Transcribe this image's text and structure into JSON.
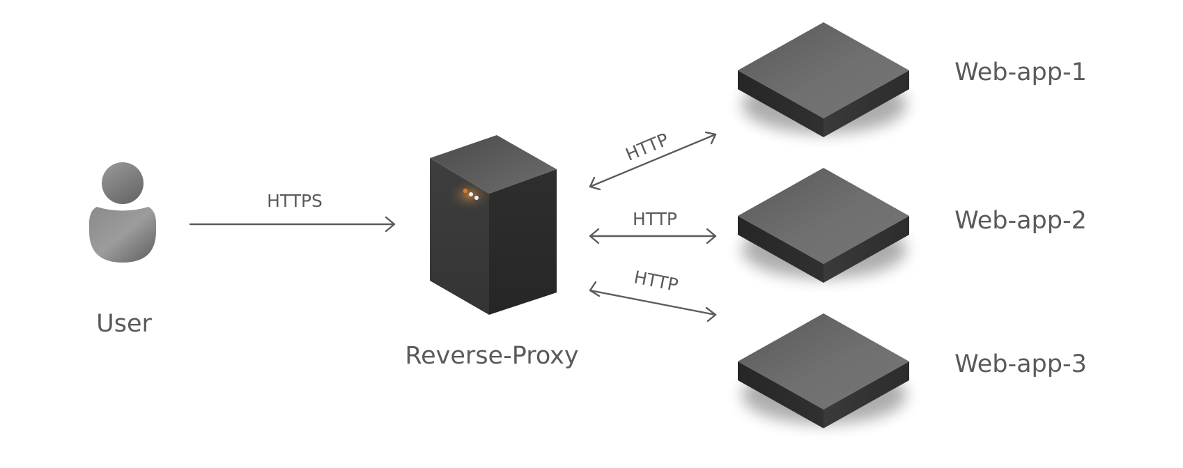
{
  "nodes": {
    "user": {
      "label": "User",
      "icon": "user-icon"
    },
    "proxy": {
      "label": "Reverse-Proxy",
      "icon": "server-tower-icon",
      "status_lights": [
        "#e07a22",
        "#f0f0f0",
        "#f0f0f0"
      ]
    },
    "apps": [
      {
        "label": "Web-app-1",
        "icon": "server-block-icon"
      },
      {
        "label": "Web-app-2",
        "icon": "server-block-icon"
      },
      {
        "label": "Web-app-3",
        "icon": "server-block-icon"
      }
    ]
  },
  "edges": [
    {
      "from": "User",
      "to": "Reverse-Proxy",
      "label": "HTTPS",
      "direction": "one-way"
    },
    {
      "from": "Reverse-Proxy",
      "to": "Web-app-1",
      "label": "HTTP",
      "direction": "two-way"
    },
    {
      "from": "Reverse-Proxy",
      "to": "Web-app-2",
      "label": "HTTP",
      "direction": "two-way"
    },
    {
      "from": "Reverse-Proxy",
      "to": "Web-app-3",
      "label": "HTTP",
      "direction": "two-way"
    }
  ],
  "colors": {
    "text": "#5a5a5a",
    "arrow": "#5a5a5a",
    "box_top": "#6f6f6f",
    "box_side_dark": "#2a2a2a",
    "background": "#ffffff"
  }
}
